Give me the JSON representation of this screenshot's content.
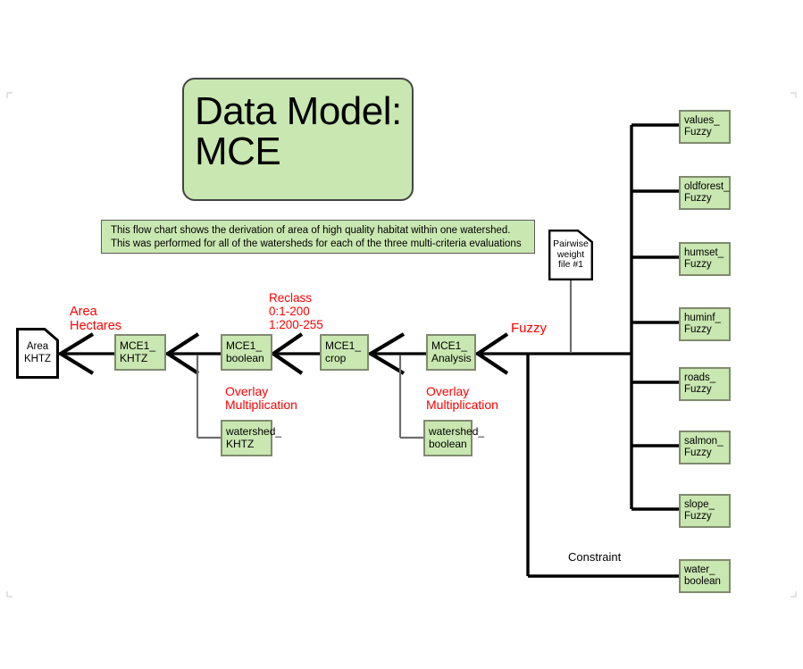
{
  "diagram": {
    "title": {
      "line1": "Data Model:",
      "line2": "MCE"
    },
    "description": {
      "line1": "This flow chart shows the derivation of area of high quality habitat within one watershed.",
      "line2": "This was performed for all of the watersheds for each of the three multi-criteria evaluations"
    },
    "colors": {
      "box_fill": "#c9e7b1",
      "box_border": "#7f8a6e",
      "title_border": "#444444",
      "label_red": "#ff0000",
      "label_black": "#000000",
      "line": "#000000",
      "line_gray": "#6e6e6e",
      "background": "#ffffff"
    },
    "nodes": {
      "area_khtz": {
        "line1": "Area",
        "line2": "KHTZ",
        "shape": "document"
      },
      "pairwise": {
        "line1": "Pairwise",
        "line2": "weight",
        "line3": "file #1",
        "shape": "document"
      },
      "mce1_khtz": {
        "line1": "MCE1_",
        "line2": "KHTZ"
      },
      "mce1_boolean": {
        "line1": "MCE1_",
        "line2": "boolean"
      },
      "mce1_crop": {
        "line1": "MCE1_",
        "line2": "crop"
      },
      "mce1_analysis": {
        "line1": "MCE1_",
        "line2": "Analysis"
      },
      "watershed_khtz": {
        "line1": "watershed_",
        "line2": "KHTZ"
      },
      "watershed_boolean": {
        "line1": "watershed_",
        "line2": "boolean"
      },
      "values_fuzzy": {
        "line1": "values_",
        "line2": "Fuzzy"
      },
      "oldforest_fuzzy": {
        "line1": "oldforest_",
        "line2": "Fuzzy"
      },
      "humset_fuzzy": {
        "line1": "humset_",
        "line2": "Fuzzy"
      },
      "huminf_fuzzy": {
        "line1": "huminf_",
        "line2": "Fuzzy"
      },
      "roads_fuzzy": {
        "line1": "roads_",
        "line2": "Fuzzy"
      },
      "salmon_fuzzy": {
        "line1": "salmon_",
        "line2": "Fuzzy"
      },
      "slope_fuzzy": {
        "line1": "slope_",
        "line2": "Fuzzy"
      },
      "water_boolean": {
        "line1": "water_",
        "line2": "boolean"
      }
    },
    "labels": {
      "area_hectares": {
        "line1": "Area",
        "line2": "Hectares"
      },
      "reclass": {
        "line1": "Reclass",
        "line2": "0:1-200",
        "line3": "1:200-255"
      },
      "overlay_left": {
        "line1": "Overlay",
        "line2": "Multiplication"
      },
      "overlay_right": {
        "line1": "Overlay",
        "line2": "Multiplication"
      },
      "fuzzy": {
        "line1": "Fuzzy"
      },
      "constraint": {
        "line1": "Constraint"
      }
    }
  }
}
